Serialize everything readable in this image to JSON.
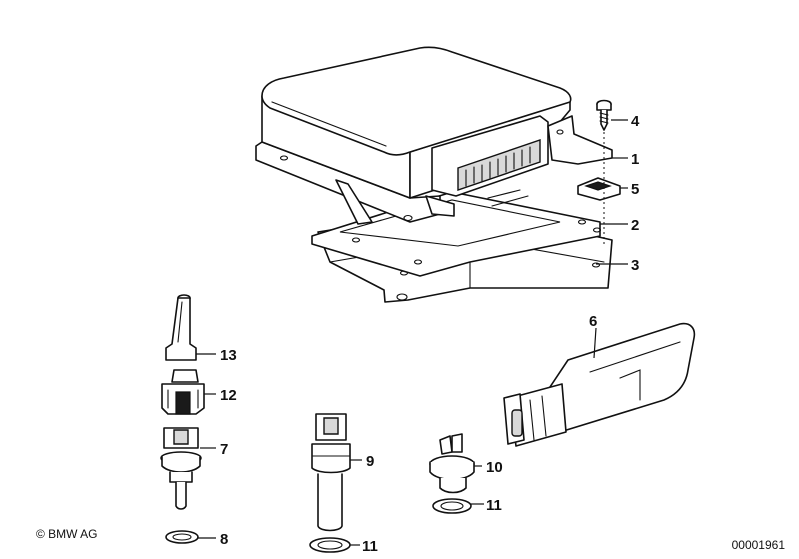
{
  "diagram": {
    "callouts": [
      {
        "id": "1",
        "label": "1"
      },
      {
        "id": "2",
        "label": "2"
      },
      {
        "id": "3",
        "label": "3"
      },
      {
        "id": "4",
        "label": "4"
      },
      {
        "id": "5",
        "label": "5"
      },
      {
        "id": "6",
        "label": "6"
      },
      {
        "id": "7",
        "label": "7"
      },
      {
        "id": "8",
        "label": "8"
      },
      {
        "id": "9",
        "label": "9"
      },
      {
        "id": "10",
        "label": "10"
      },
      {
        "id": "11a",
        "label": "11"
      },
      {
        "id": "11b",
        "label": "11"
      },
      {
        "id": "12",
        "label": "12"
      },
      {
        "id": "13",
        "label": "13"
      }
    ]
  },
  "footer": {
    "copyright": "© BMW AG",
    "diagram_id": "00001961"
  }
}
